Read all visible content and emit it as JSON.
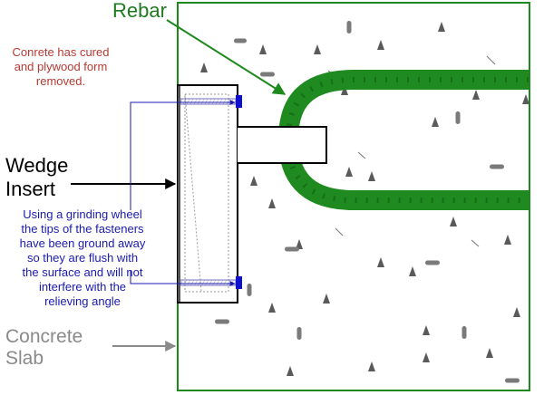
{
  "labels": {
    "rebar": "Rebar",
    "cured_note": [
      "Conrete has cured",
      "and plywood form",
      "removed."
    ],
    "wedge_insert": [
      "Wedge",
      "Insert"
    ],
    "grinding_note": [
      "Using a grinding wheel",
      "the tips of the fasteners",
      "have been ground away",
      "so they are flush with",
      "the surface and will not",
      "interfere with the",
      "relieving angle"
    ],
    "concrete_slab": [
      "Concrete",
      "Slab"
    ]
  },
  "colors": {
    "slab_border": "#1e8a1e",
    "rebar": "#1f8a1f",
    "rebar_label": "#1f7a1f",
    "cured_note": "#b53a32",
    "grinding_note": "#1a1ab0",
    "fastener_head": "#1010d0",
    "slab_label": "#8a8a8a",
    "aggregate": "#5a5a5a"
  }
}
